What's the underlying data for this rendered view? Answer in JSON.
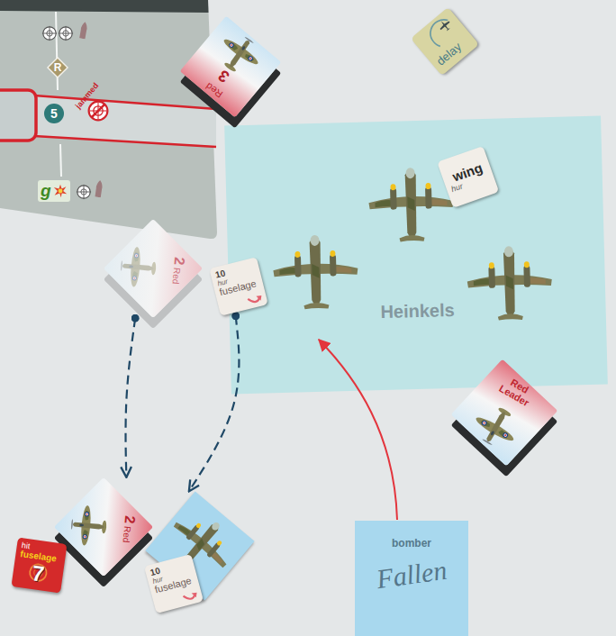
{
  "diagram": {
    "nodes": [
      {
        "text": [
          "R"
        ]
      },
      {
        "text": [
          "Red",
          "3"
        ]
      },
      {
        "text": [
          "delay"
        ]
      },
      {
        "text": [
          "5"
        ]
      },
      {
        "text": [
          "jammed"
        ]
      },
      {
        "text": [
          "g"
        ]
      },
      {
        "text": [
          "Heinkels"
        ]
      },
      {
        "text": [
          "wing",
          "hur"
        ],
        "in": 6
      },
      {
        "text": [
          "2",
          "Red"
        ]
      },
      {
        "text": [
          "10",
          "hur",
          "fuselage"
        ]
      },
      {
        "text": [
          "Red Leader"
        ]
      },
      {
        "text": [
          "2",
          "Red"
        ]
      },
      {
        "text": [
          "hit",
          "fuselage",
          "7"
        ]
      },
      {
        "text": [
          "10",
          "hur",
          "fuselage"
        ]
      },
      {
        "text": [
          "bomber",
          "Fallen"
        ]
      }
    ],
    "edges": [
      {
        "from": 8,
        "to": 11,
        "arrow": "to"
      },
      {
        "from": 9,
        "to": 13,
        "arrow": "to"
      }
    ]
  }
}
